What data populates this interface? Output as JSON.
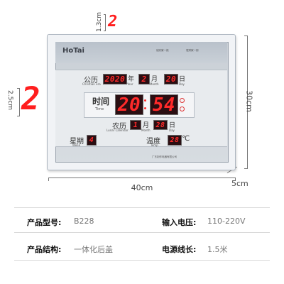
{
  "dimensions": {
    "digit_height_small": "1.3cm",
    "digit_height_large": "2.5cm",
    "height": "30cm",
    "width": "40cm",
    "depth": "5cm",
    "sample_digit_small": "2",
    "sample_digit_large": "2"
  },
  "clock": {
    "brand": "HoTai",
    "slogan_left": "欣欣家一然",
    "slogan_right": "发财家一则",
    "solar_label": "公历",
    "solar_sub": "Christian era",
    "year_value": "2020",
    "year_label": "年",
    "year_sub": "Year",
    "month_value": "2",
    "month_label": "月",
    "month_sub": "Month",
    "day_value": "20",
    "day_label": "日",
    "day_sub": "Day",
    "time_label": "时间",
    "time_sub": "Time",
    "hour_value": "20",
    "minute_value": "54",
    "lunar_label": "农历",
    "lunar_sub": "Lunar Calendar",
    "lunar_month_value": "1",
    "lunar_month_label": "月",
    "lunar_month_sub": "Month",
    "lunar_day_value": "28",
    "lunar_day_label": "日",
    "lunar_day_sub": "Day",
    "week_label": "星期",
    "week_sub": "Week",
    "week_value": "4",
    "temp_label": "温度",
    "temp_sub": "Temp",
    "temp_value": "28",
    "temp_unit": "℃",
    "footer_text": "广东制作电器有限公司",
    "led_color": "#ff2a2a"
  },
  "specs": {
    "model_label": "产品型号:",
    "model_value": "B228",
    "voltage_label": "输入电压:",
    "voltage_value": "110-220V",
    "structure_label": "产品结构:",
    "structure_value": "一体化后盖",
    "cable_label": "电源线长:",
    "cable_value": "1.5米"
  }
}
